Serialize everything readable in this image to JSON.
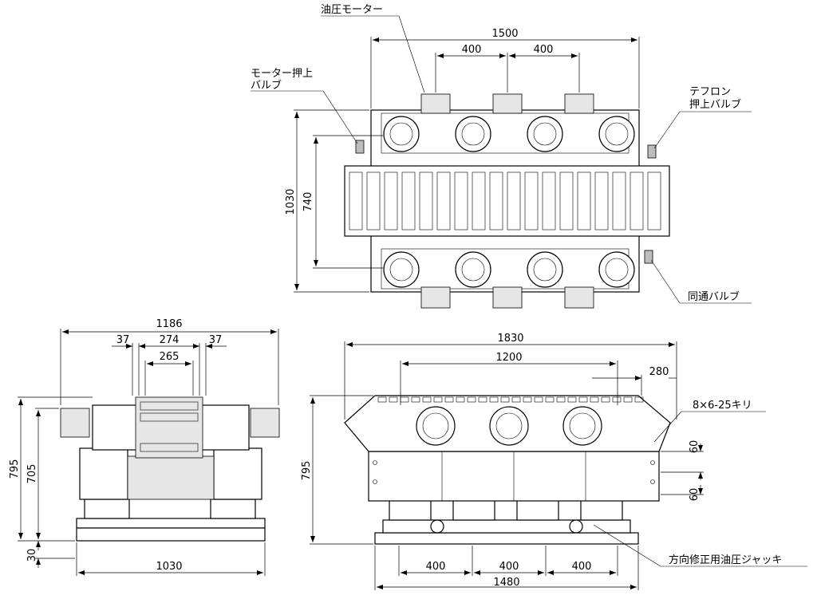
{
  "top_view": {
    "dim_width": "1500",
    "dim_pitch_left": "400",
    "dim_pitch_right": "400",
    "dim_height": "1030",
    "dim_inner_height": "740",
    "label_hydraulic_motor": "油圧モーター",
    "label_motor_push_valve_line1": "モーター押上",
    "label_motor_push_valve_line2": "バルブ",
    "label_teflon_valve_line1": "テフロン",
    "label_teflon_valve_line2": "押上バルブ",
    "label_common_valve": "同通バルブ"
  },
  "side_view": {
    "dim_width_top": "1186",
    "dim_37_left": "37",
    "dim_274": "274",
    "dim_37_right": "37",
    "dim_265": "265",
    "dim_height": "795",
    "dim_705": "705",
    "dim_30": "30",
    "dim_width_bottom": "1030"
  },
  "front_view": {
    "dim_width_top": "1830",
    "dim_1200": "1200",
    "dim_280": "280",
    "dim_height": "795",
    "dim_60_top": "60",
    "dim_60_bottom": "60",
    "dim_pitch_1": "400",
    "dim_pitch_2": "400",
    "dim_pitch_3": "400",
    "dim_width_bottom": "1480",
    "label_holes": "8×6-25キリ",
    "label_jack": "方向修正用油圧ジャッキ"
  }
}
